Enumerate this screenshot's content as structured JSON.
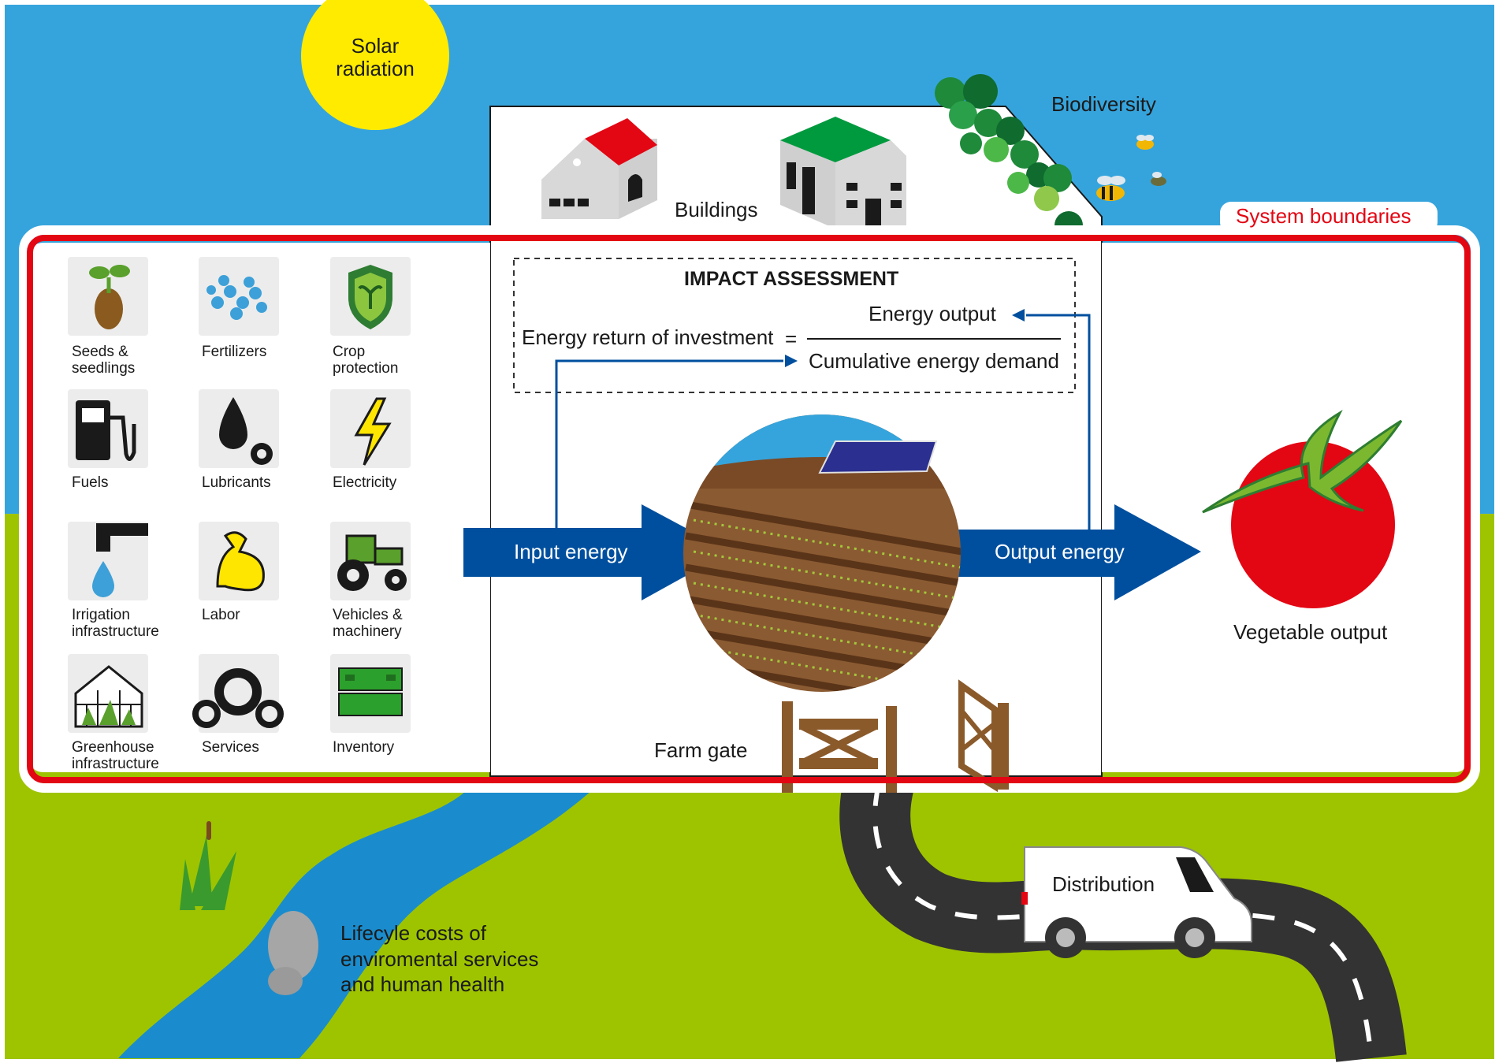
{
  "colors": {
    "sky": "#36a4dc",
    "grass": "#9ec400",
    "sun": "#ffeb00",
    "system_boundary": "#e30613",
    "arrow": "#004f9e",
    "water": "#1a8ccd",
    "road": "#333333",
    "tomato": "#e30613",
    "roof_red": "#e30613",
    "roof_green": "#009a3e",
    "gate_wood": "#8b5a2b",
    "soil": "#8a5a32"
  },
  "sun": {
    "label": "Solar\nradiation"
  },
  "buildings": {
    "label": "Buildings"
  },
  "biodiversity": {
    "label": "Biodiversity"
  },
  "system_boundaries": {
    "label": "System boundaries"
  },
  "impact_assessment": {
    "title": "IMPACT ASSESSMENT",
    "lhs": "Energy return of investment",
    "equals": "=",
    "numerator": "Energy output",
    "denominator": "Cumulative energy demand"
  },
  "inputs": [
    {
      "label": "Seeds &\nseedlings",
      "icon": "seedling-icon"
    },
    {
      "label": "Fertilizers",
      "icon": "fertilizer-icon"
    },
    {
      "label": "Crop\nprotection",
      "icon": "crop-protection-shield-icon"
    },
    {
      "label": "Fuels",
      "icon": "fuel-pump-icon"
    },
    {
      "label": "Lubricants",
      "icon": "oil-drop-gear-icon"
    },
    {
      "label": "Electricity",
      "icon": "lightning-bolt-icon"
    },
    {
      "label": "Irrigation\ninfrastructure",
      "icon": "faucet-drop-icon"
    },
    {
      "label": "Labor",
      "icon": "flexed-arm-icon"
    },
    {
      "label": "Vehicles &\nmachinery",
      "icon": "tractor-icon"
    },
    {
      "label": "Greenhouse\ninfrastructure",
      "icon": "greenhouse-icon"
    },
    {
      "label": "Services",
      "icon": "gears-icon"
    },
    {
      "label": "Inventory",
      "icon": "crates-icon"
    }
  ],
  "flows": {
    "input": "Input energy",
    "output": "Output energy"
  },
  "farm_gate": {
    "label": "Farm gate"
  },
  "vegetable_output": {
    "label": "Vegetable output"
  },
  "distribution": {
    "label": "Distribution"
  },
  "lifecycle": {
    "label": "Lifecyle costs of\nenviromental services\nand human health"
  }
}
